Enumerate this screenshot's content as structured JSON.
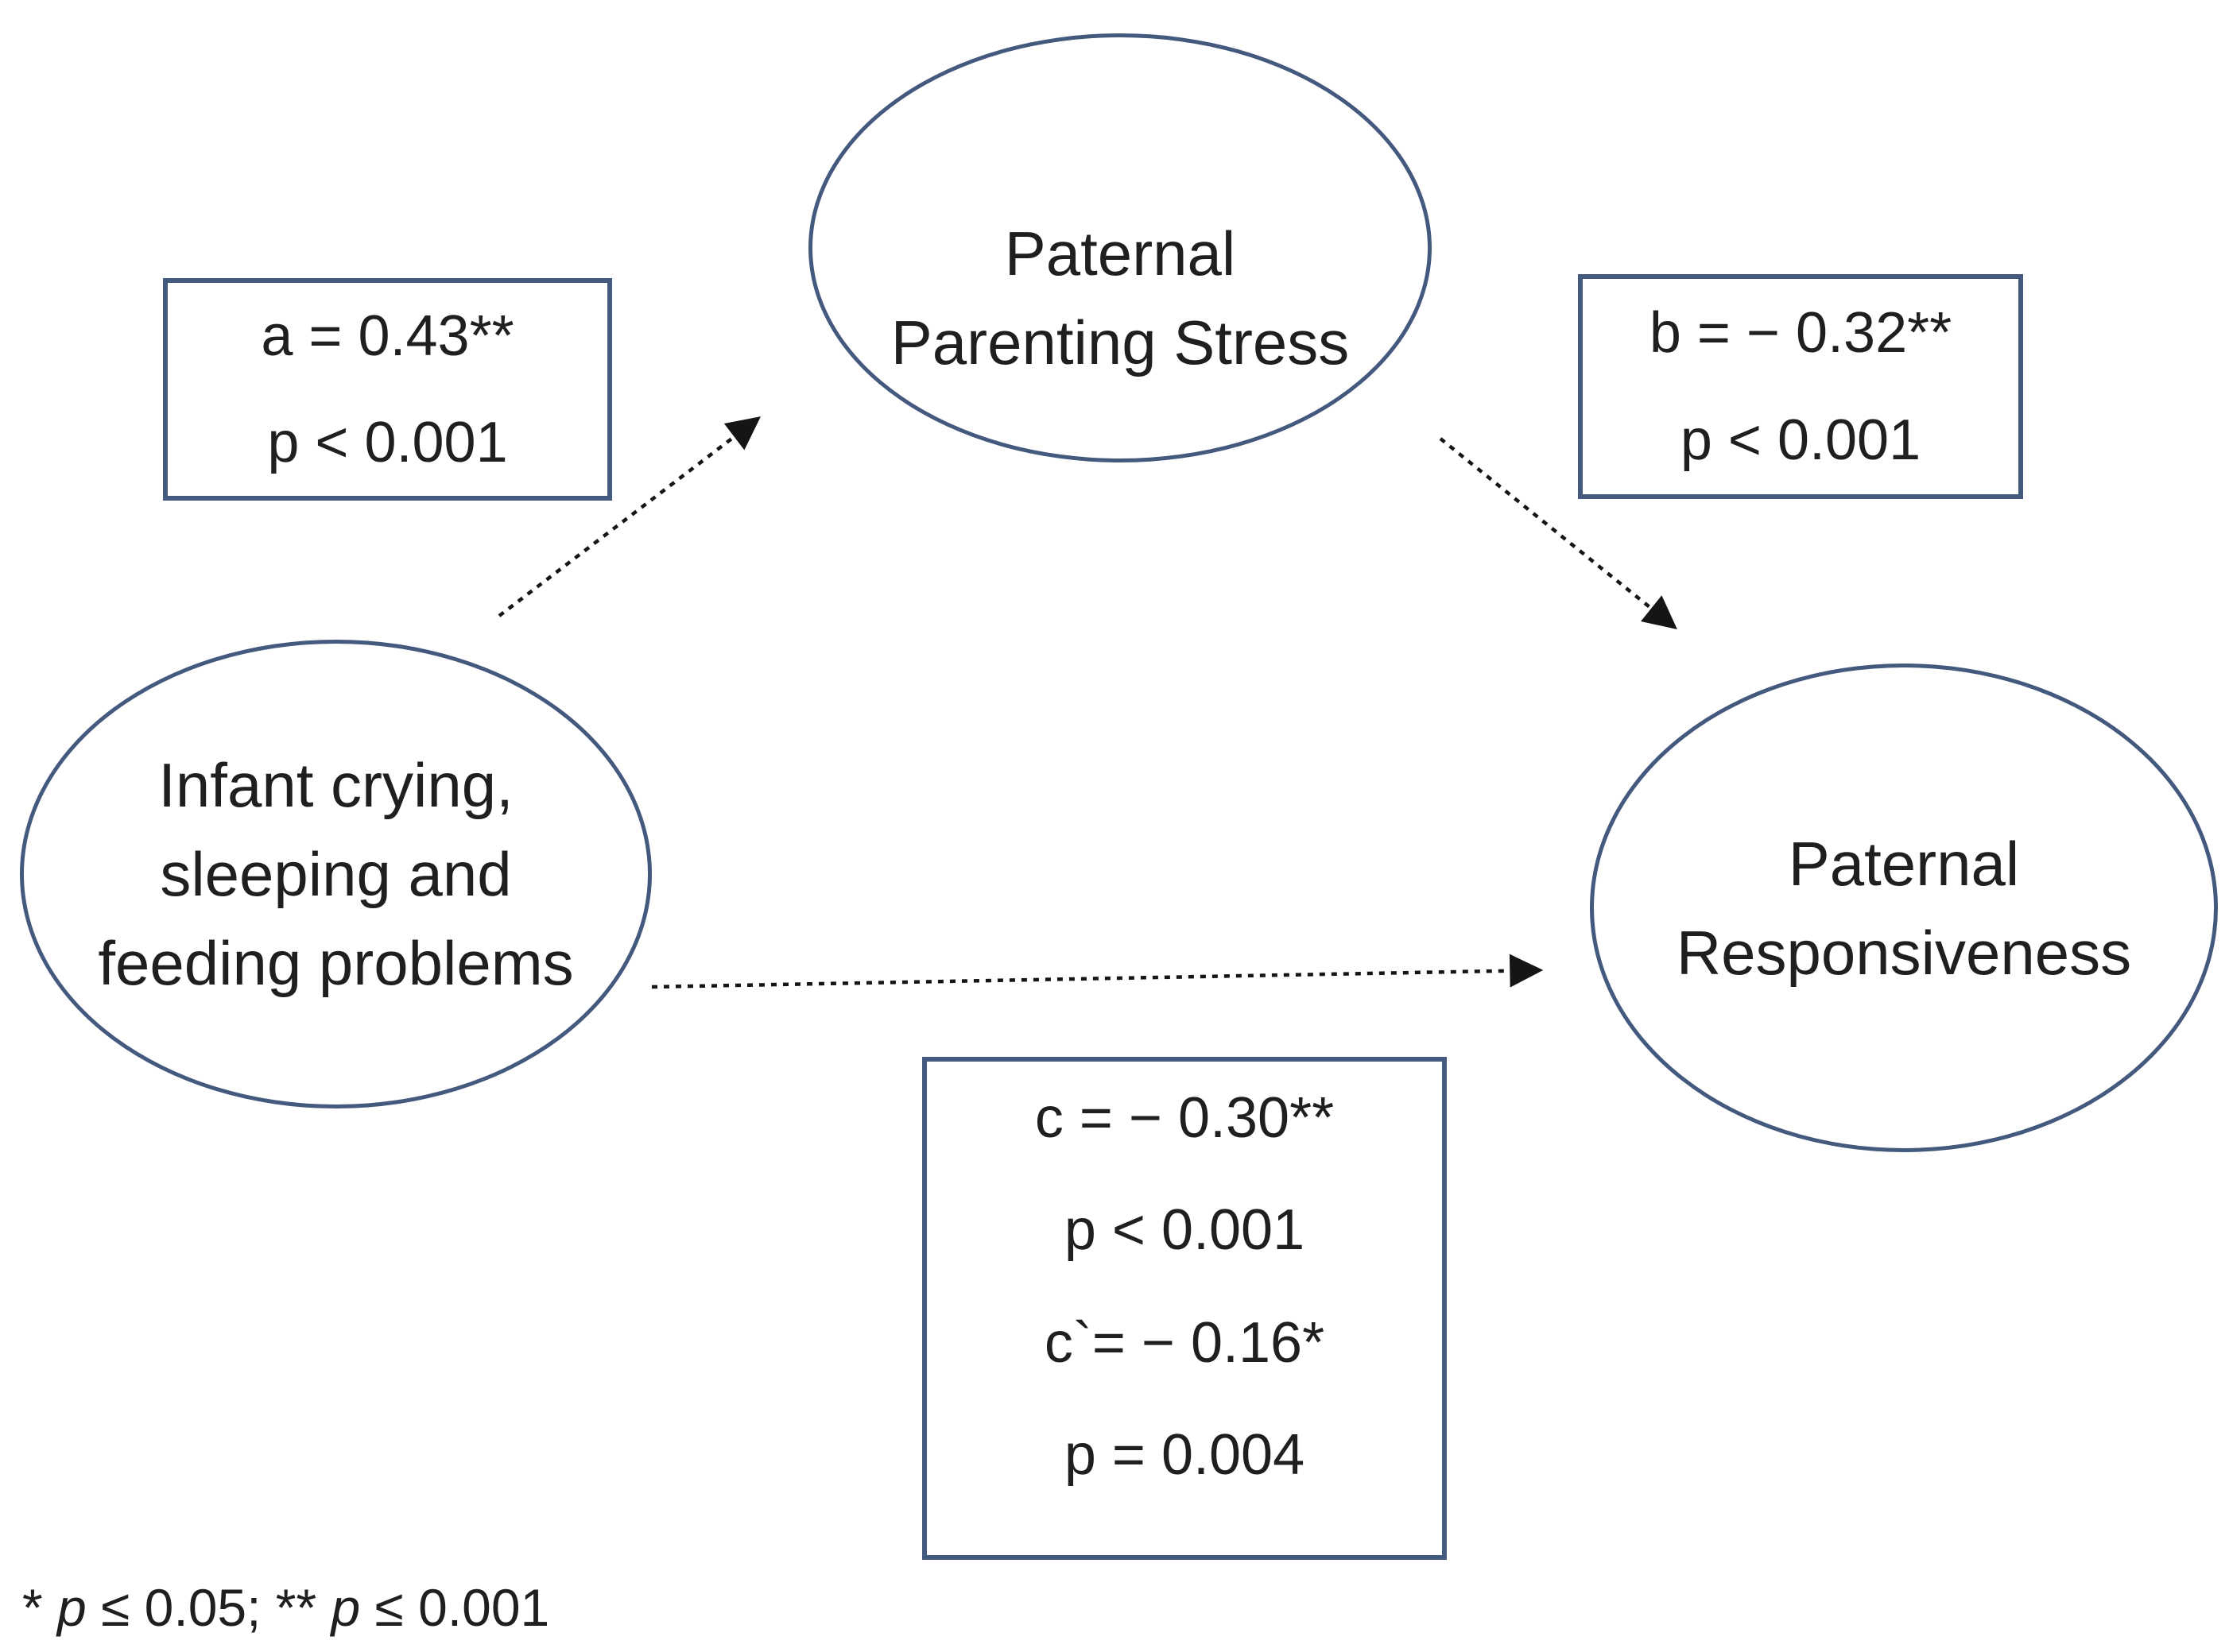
{
  "diagram": {
    "title_hint": "Mediation path model",
    "nodes": {
      "predictor": {
        "lines": [
          "Infant crying,",
          "sleeping and",
          "feeding problems"
        ]
      },
      "mediator": {
        "lines": [
          "Paternal",
          "Parenting Stress"
        ]
      },
      "outcome": {
        "lines": [
          "Paternal",
          "Responsiveness"
        ]
      }
    },
    "path_labels": {
      "a": {
        "lines": [
          "a = 0.43**",
          "p < 0.001"
        ]
      },
      "b": {
        "lines": [
          "b = − 0.32**",
          "p < 0.001"
        ]
      },
      "c": {
        "lines": [
          "c = − 0.30**",
          "p < 0.001",
          "c`= − 0.16*",
          "p = 0.004"
        ]
      }
    },
    "footnote": {
      "parts": [
        {
          "t": "* "
        },
        {
          "t": "p",
          "italic": true
        },
        {
          "t": " ≤ 0.05; ** "
        },
        {
          "t": "p",
          "italic": true
        },
        {
          "t": " ≤ 0.001"
        }
      ]
    },
    "colors": {
      "shape_border": "#44597e",
      "text": "#1f1f1f",
      "arrow": "#151515"
    }
  }
}
